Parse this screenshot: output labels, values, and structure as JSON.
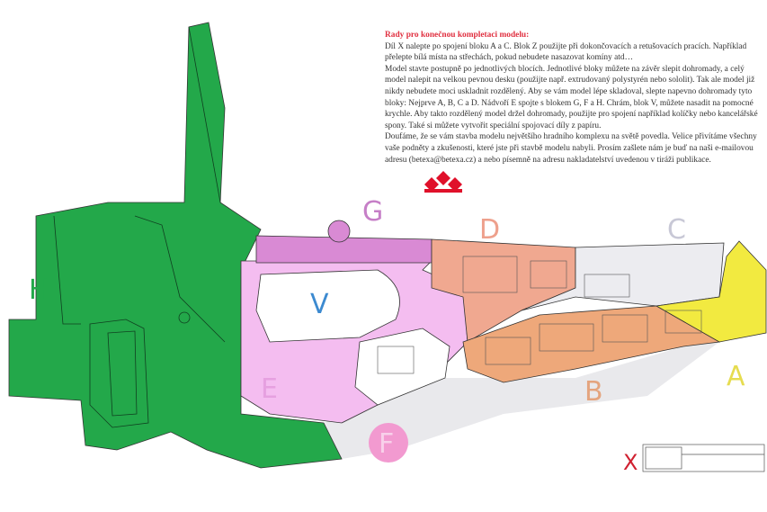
{
  "instructions": {
    "title": "Rady pro konečnou kompletaci modelu:",
    "lines": [
      "Díl X nalepte po spojení bloku A a C. Blok Z použijte při dokončovacích a retušovacích pracích. Například",
      "přelepte bílá místa na střechách, pokud nebudete nasazovat komíny atd…",
      "Model stavte postupně po jednotlivých blocích. Jednotlivé bloky můžete na závěr slepit dohromady, a celý",
      "model nalepit na velkou pevnou desku (použijte např. extrudovaný polystyrén nebo sololit). Tak ale model již",
      "nikdy nebudete moci uskladnit rozdělený. Aby se vám model lépe skladoval, slepte napevno dohromady  tyto",
      "bloky: Nejprve A, B, C a D. Nádvoří E spojte s blokem G, F a H. Chrám, blok V, můžete nasadit na pomocné",
      "krychle. Aby takto rozdělený model držel dohromady, použijte pro spojení například kolíčky nebo kancelářské",
      "spony. Také si můžete vytvořit speciální spojovací díly z papíru.",
      "Doufáme, že se vám stavba modelu největšího hradního komplexu na světě  povedla. Velice přivítáme všechny",
      "vaše podněty a zkušenosti, které jste při stavbě modelu nabyli. Prosím zašlete nám je buď na naši e-mailovou",
      "adresu (betexa@betexa.cz) a nebo písemně na adresu nakladatelství uvedenou v tiráži publikace."
    ]
  },
  "blocks": {
    "H": "H",
    "V": "V",
    "E": "E",
    "G": "G",
    "D": "D",
    "C": "C",
    "B": "B",
    "A": "A",
    "F": "F",
    "X": "X"
  },
  "colors": {
    "H": "#23a84a",
    "E": "#f2b8ec",
    "G": "#d98ad4",
    "D": "#f0a890",
    "C": "#ececf0",
    "B": "#eea87a",
    "A": "#f2ea40",
    "F": "#f29ad0",
    "logo": "#e0102a"
  }
}
